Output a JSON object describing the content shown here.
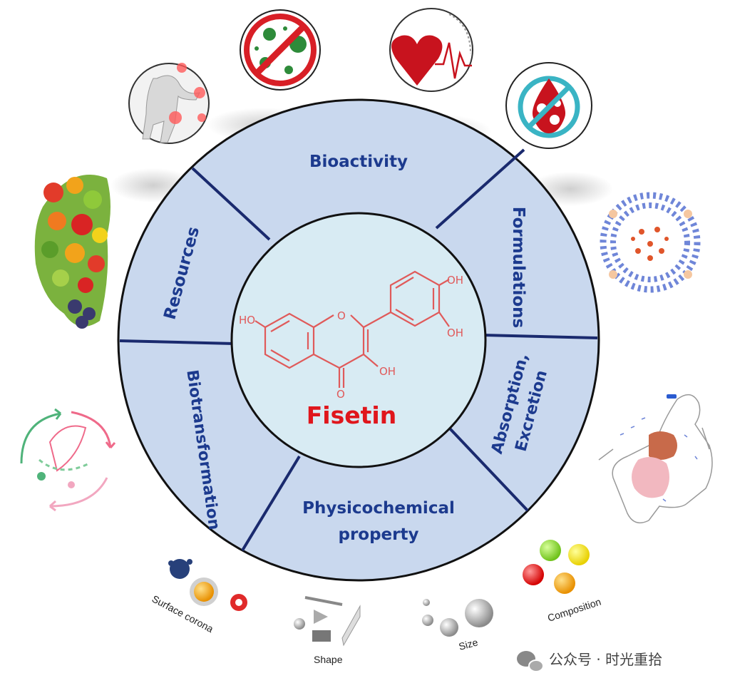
{
  "center": {
    "title": "Fisetin",
    "groups": {
      "oh_left": "HO",
      "oh_top": "OH",
      "oh_mid": "OH",
      "oh_right": "OH",
      "o_ring": "O",
      "o_carbonyl": "O"
    }
  },
  "segments": {
    "bioactivity": "Bioactivity",
    "formulations": "Formulations",
    "absorption_line1": "Absorption,",
    "absorption_line2": "Excretion",
    "physico_line1": "Physicochemical",
    "physico_line2": "property",
    "biotransformation": "Biotransformation",
    "resources": "Resources"
  },
  "captions": {
    "surface_corona": "Surface corona",
    "shape": "Shape",
    "size": "Size",
    "composition": "Composition"
  },
  "watermark": "公众号 · 时光重拾",
  "icons": [
    "joint-pain-icon",
    "no-virus-icon",
    "heart-icon",
    "blood-drop-icon",
    "fruits-vegetables-icon",
    "liposome-icon",
    "cycle-icon",
    "human-body-icon"
  ],
  "colors": {
    "ring": "#c9d8ee",
    "inner": "#d8ebf3",
    "border": "#111111",
    "divider": "#1a2a6e",
    "text": "#1c3a8e",
    "title": "#e0161c",
    "molecule": "#e05a5a"
  }
}
